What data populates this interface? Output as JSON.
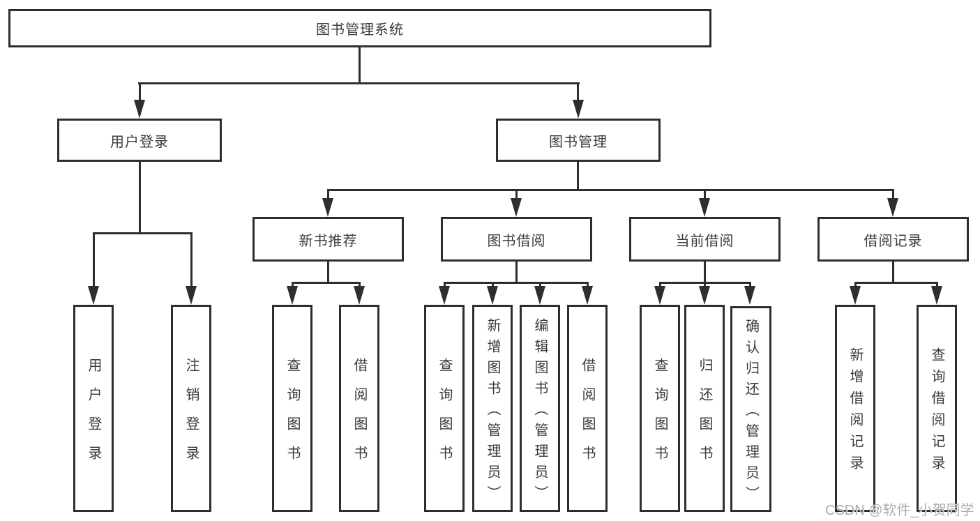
{
  "diagram_type": "tree",
  "nodes": {
    "root": {
      "label": "图书管理系统"
    },
    "level1": [
      {
        "label": "用户登录"
      },
      {
        "label": "图书管理"
      }
    ],
    "level2": [
      {
        "label": "新书推荐"
      },
      {
        "label": "图书借阅"
      },
      {
        "label": "当前借阅"
      },
      {
        "label": "借阅记录"
      }
    ],
    "leaves": {
      "login": [
        {
          "label": "用户登录"
        },
        {
          "label": "注销登录"
        }
      ],
      "recommend": [
        {
          "label": "查询图书"
        },
        {
          "label": "借阅图书"
        }
      ],
      "borrow": [
        {
          "label": "查询图书"
        },
        {
          "label": "新增图书（管理员）"
        },
        {
          "label": "编辑图书（管理员）"
        },
        {
          "label": "借阅图书"
        }
      ],
      "current": [
        {
          "label": "查询图书"
        },
        {
          "label": "归还图书"
        },
        {
          "label": "确认归还（管理员）"
        }
      ],
      "records": [
        {
          "label": "新增借阅记录"
        },
        {
          "label": "查询借阅记录"
        }
      ]
    }
  },
  "watermark": {
    "text": "CSDN @软件_小贺同学"
  },
  "colors": {
    "stroke": "#2e2e2e",
    "text": "#3b3b3b",
    "background": "#ffffff",
    "watermark": "#a9acb0"
  }
}
